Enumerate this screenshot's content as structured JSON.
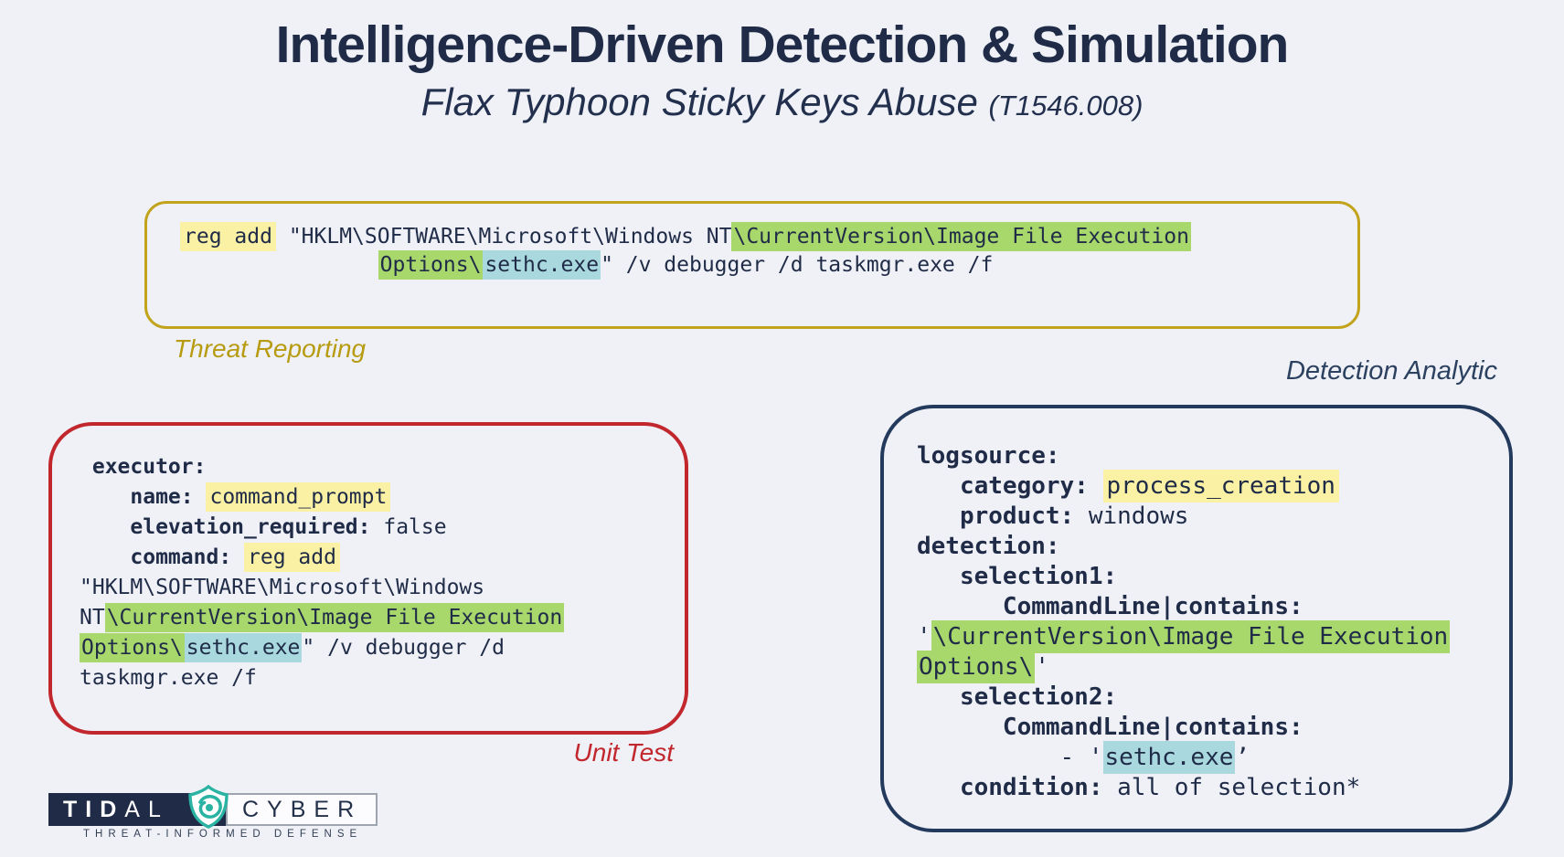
{
  "page": {
    "title": "Intelligence-Driven Detection & Simulation",
    "subtitle": "Flax Typhoon Sticky Keys Abuse ",
    "subtitle_tag": "(T1546.008)"
  },
  "labels": {
    "threat_reporting": "Threat Reporting",
    "unit_test": "Unit Test",
    "detection_analytic": "Detection Analytic"
  },
  "colors": {
    "background": "#EFF1F7",
    "ink": "#1F2B47",
    "gold_border": "#C2A31C",
    "gold_label": "#B79B11",
    "red": "#C1272D",
    "navy": "#243A5C",
    "highlight_yellow": "#FAF1A4",
    "highlight_green": "#A8D76C",
    "highlight_blue": "#A9D9DE",
    "logo_teal": "#2AB3A3"
  },
  "threat_reporting_code": {
    "lines": [
      [
        {
          "t": "reg add",
          "hl": "yellow"
        },
        {
          "t": " \"HKLM\\SOFTWARE\\Microsoft\\Windows NT"
        },
        {
          "t": "\\CurrentVersion\\Image File Execution",
          "hl": "green"
        }
      ],
      [
        {
          "t": "Options\\",
          "hl": "green"
        },
        {
          "t": "sethc.exe",
          "hl": "blue"
        },
        {
          "t": "\" /v debugger /d taskmgr.exe /f"
        }
      ]
    ]
  },
  "unit_test_code": {
    "lines": [
      [
        {
          "t": " executor:",
          "b": true
        }
      ],
      [
        {
          "t": "    name:",
          "b": true
        },
        {
          "t": " "
        },
        {
          "t": "command_prompt",
          "hl": "yellow"
        }
      ],
      [
        {
          "t": "    elevation_required:",
          "b": true
        },
        {
          "t": " false"
        }
      ],
      [
        {
          "t": "    command:",
          "b": true
        },
        {
          "t": " "
        },
        {
          "t": "reg add",
          "hl": "yellow"
        }
      ],
      [
        {
          "t": "\"HKLM\\SOFTWARE\\Microsoft\\Windows"
        }
      ],
      [
        {
          "t": "NT"
        },
        {
          "t": "\\CurrentVersion\\Image File Execution",
          "hl": "green"
        }
      ],
      [
        {
          "t": "Options\\",
          "hl": "green"
        },
        {
          "t": "sethc.exe",
          "hl": "blue"
        },
        {
          "t": "\" /v debugger /d"
        }
      ],
      [
        {
          "t": "taskmgr.exe /f"
        }
      ]
    ]
  },
  "detection_code": {
    "lines": [
      [
        {
          "t": "logsource:",
          "b": true
        }
      ],
      [
        {
          "t": "   category:",
          "b": true
        },
        {
          "t": " "
        },
        {
          "t": "process_creation",
          "hl": "yellow"
        }
      ],
      [
        {
          "t": "   product:",
          "b": true
        },
        {
          "t": " windows"
        }
      ],
      [
        {
          "t": "detection:",
          "b": true
        }
      ],
      [
        {
          "t": "   selection1:",
          "b": true
        }
      ],
      [
        {
          "t": "      CommandLine|contains:",
          "b": true
        }
      ],
      [
        {
          "t": "'"
        },
        {
          "t": "\\CurrentVersion\\Image File Execution",
          "hl": "green"
        }
      ],
      [
        {
          "t": "Options\\",
          "hl": "green"
        },
        {
          "t": "'"
        }
      ],
      [
        {
          "t": "   selection2:",
          "b": true
        }
      ],
      [
        {
          "t": "      CommandLine|contains:",
          "b": true
        }
      ],
      [
        {
          "t": "          - '"
        },
        {
          "t": "sethc.exe",
          "hl": "blue"
        },
        {
          "t": "’"
        }
      ],
      [
        {
          "t": "   condition:",
          "b": true
        },
        {
          "t": " all of selection*"
        }
      ]
    ]
  },
  "logo": {
    "tidal_bold": "TID",
    "tidal_light": "AL",
    "cyber": "CYBER",
    "tagline": "THREAT-INFORMED DEFENSE",
    "icon": "tidal-swirl-shield-icon"
  }
}
